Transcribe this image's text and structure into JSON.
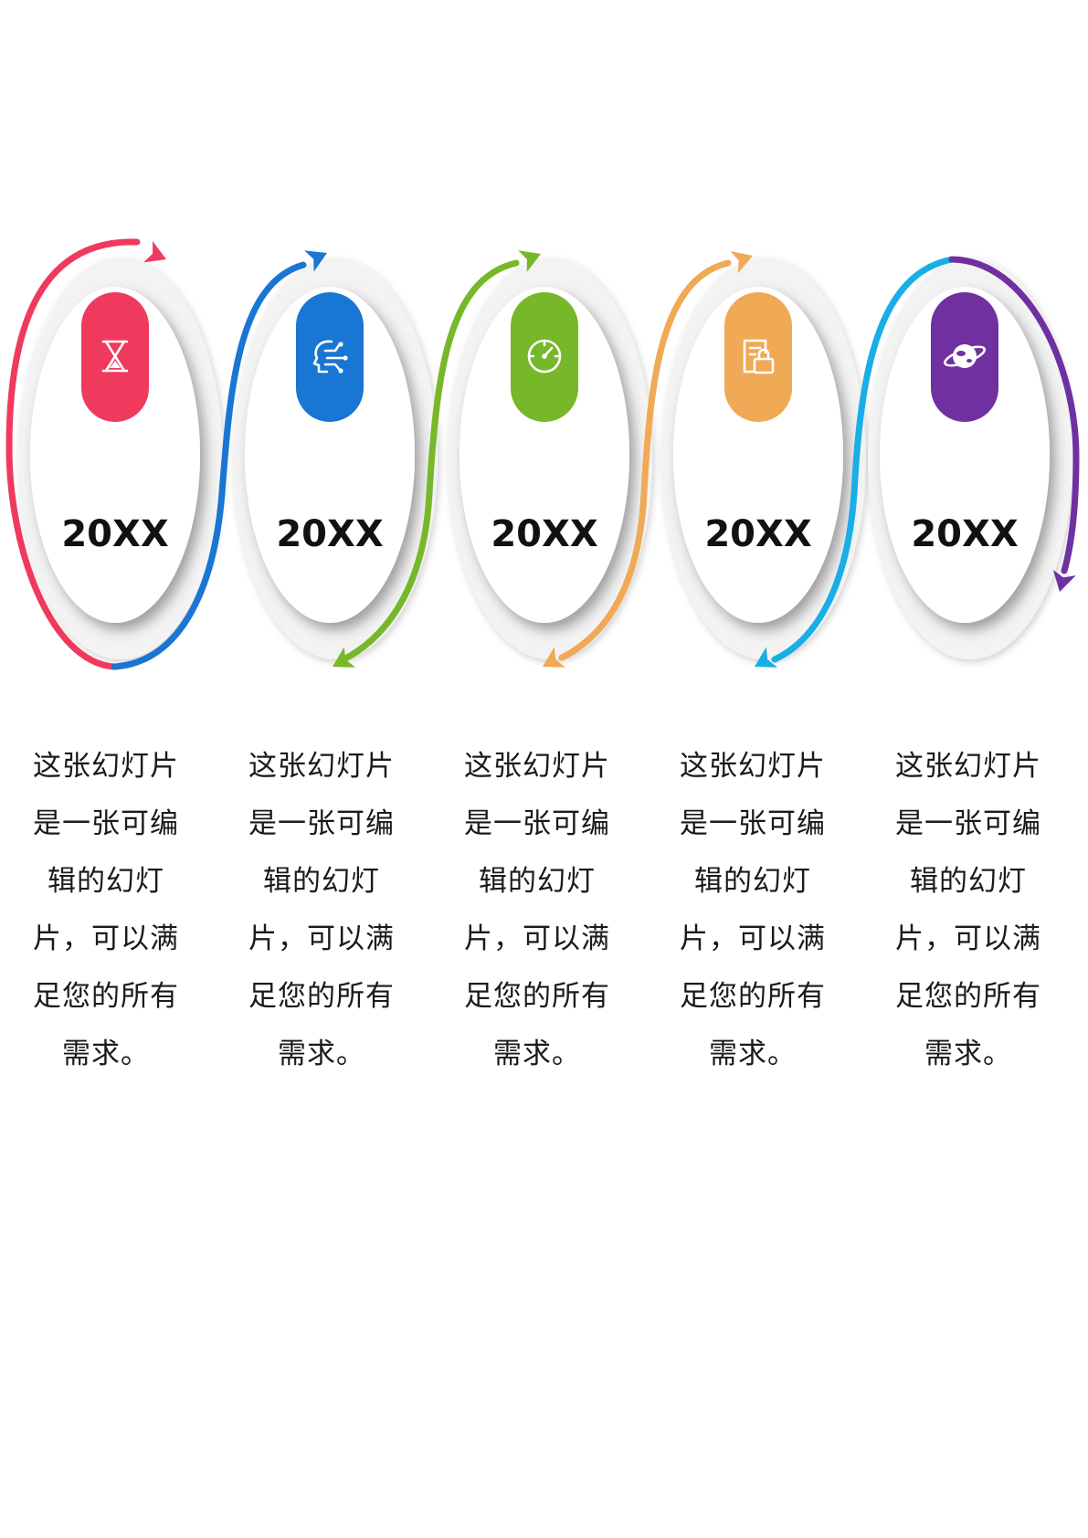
{
  "stages": [
    {
      "color": "#ef3a5d",
      "icon": "hourglass-icon",
      "year": "20XX",
      "lines": [
        "这张幻灯片",
        "是一张可编",
        "辑的幻灯",
        "片，可以满",
        "足您的所有",
        "需求。"
      ]
    },
    {
      "color": "#1976d2",
      "icon": "ai-head-icon",
      "year": "20XX",
      "lines": [
        "这张幻灯片",
        "是一张可编",
        "辑的幻灯",
        "片，可以满",
        "足您的所有",
        "需求。"
      ]
    },
    {
      "color": "#76b82a",
      "icon": "speedometer-icon",
      "year": "20XX",
      "lines": [
        "这张幻灯片",
        "是一张可编",
        "辑的幻灯",
        "片，可以满",
        "足您的所有",
        "需求。"
      ]
    },
    {
      "color": "#f0a955",
      "icon": "file-lock-icon",
      "year": "20XX",
      "lines": [
        "这张幻灯片",
        "是一张可编",
        "辑的幻灯",
        "片，可以满",
        "足您的所有",
        "需求。"
      ]
    },
    {
      "color": "#7030a0",
      "icon": "planet-icon",
      "year": "20XX",
      "lines": [
        "这张幻灯片",
        "是一张可编",
        "辑的幻灯",
        "片，可以满",
        "足您的所有",
        "需求。"
      ]
    }
  ],
  "connector_color": "#19aee6"
}
